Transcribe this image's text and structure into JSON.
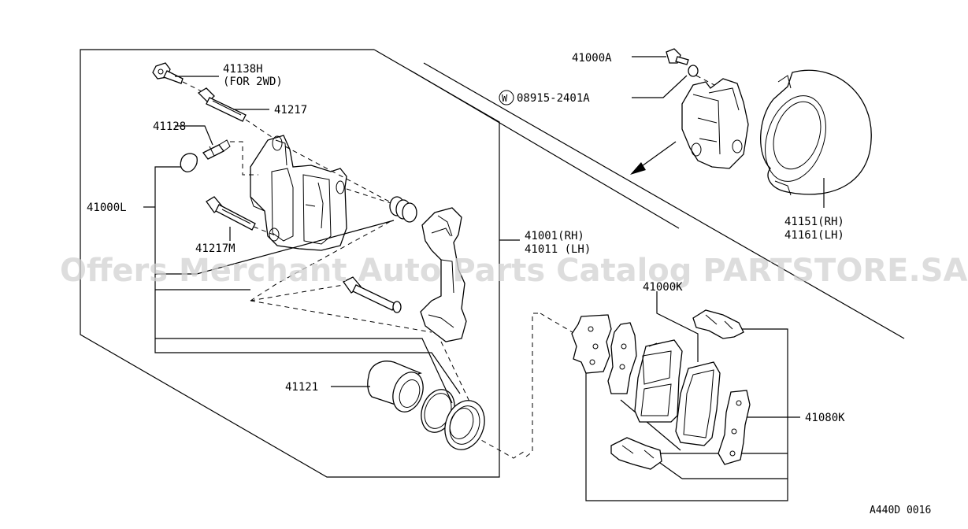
{
  "diagram": {
    "labels": {
      "p41138h": "41138H",
      "p41138h_note": "(FOR 2WD)",
      "p41217": "41217",
      "p41128": "41128",
      "p41000l": "41000L",
      "p41217m": "41217M",
      "p41001": "41001(RH)",
      "p41011": "41011 (LH)",
      "p41121": "41121",
      "p41000a": "41000A",
      "w_symbol": "W",
      "p08915": "08915-2401A",
      "p41151": "41151(RH)",
      "p41161": "41161(LH)",
      "p41000k": "41000K",
      "p41080k": "41080K",
      "figure_code": "A440D 0016"
    },
    "watermark": "Offers Merchant Auto Parts Catalog PARTSTORE.SA"
  }
}
